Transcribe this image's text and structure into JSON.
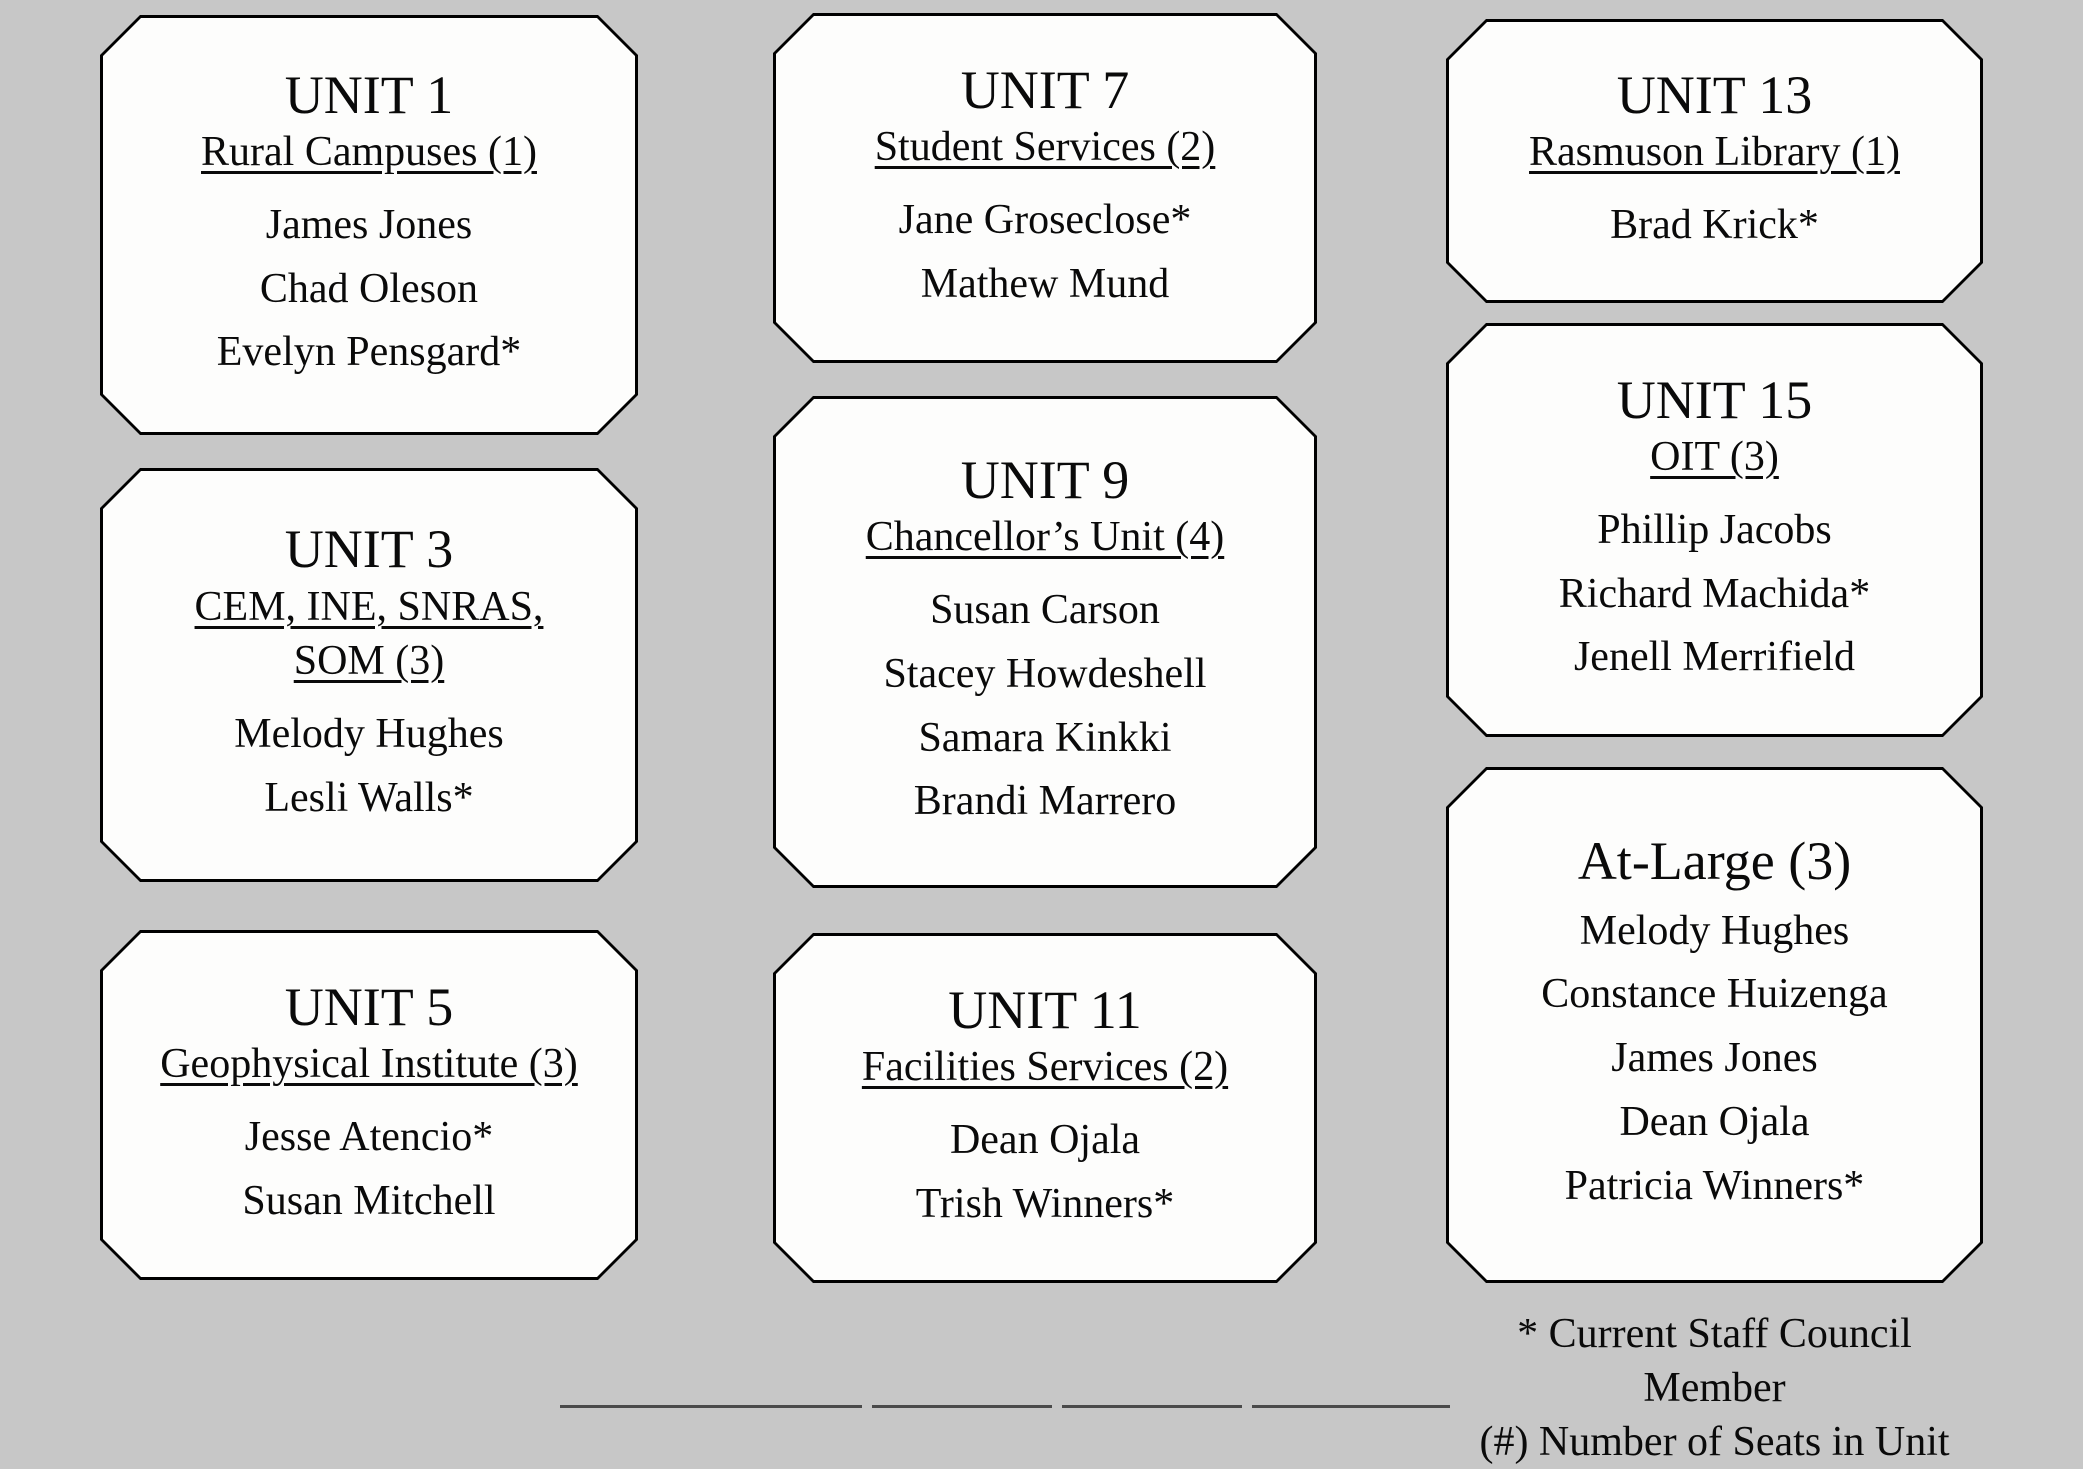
{
  "palette": {
    "background": "#c7c7c7",
    "card_fill": "#fdfdfc",
    "card_border": "#000000",
    "text": "#0a0a0a"
  },
  "cards": [
    {
      "title": "UNIT 1",
      "subtitle": "Rural Campuses (1)",
      "members": [
        "James Jones",
        "Chad Oleson",
        "Evelyn Pensgard*"
      ]
    },
    {
      "title": "UNIT 3",
      "subtitle": "CEM, INE, SNRAS,",
      "subtitle2": "SOM (3)",
      "members": [
        "Melody Hughes",
        "Lesli Walls*"
      ]
    },
    {
      "title": "UNIT 5",
      "subtitle": "Geophysical Institute (3)",
      "members": [
        "Jesse Atencio*",
        "Susan Mitchell"
      ]
    },
    {
      "title": "UNIT 7",
      "subtitle": "Student Services (2)",
      "members": [
        "Jane Groseclose*",
        "Mathew Mund"
      ]
    },
    {
      "title": "UNIT 9",
      "subtitle": "Chancellor’s Unit (4)",
      "members": [
        "Susan Carson",
        "Stacey Howdeshell",
        "Samara Kinkki",
        "Brandi Marrero"
      ]
    },
    {
      "title": "UNIT 11",
      "subtitle": "Facilities Services (2)",
      "members": [
        "Dean Ojala",
        "Trish Winners*"
      ]
    },
    {
      "title": "UNIT 13",
      "subtitle": "Rasmuson Library (1)",
      "members": [
        "Brad Krick*"
      ]
    },
    {
      "title": "UNIT 15",
      "subtitle": "OIT (3)",
      "members": [
        "Phillip Jacobs",
        "Richard Machida*",
        "Jenell Merrifield"
      ]
    },
    {
      "title": "At-Large (3)",
      "members": [
        "Melody Hughes",
        "Constance Huizenga",
        "James Jones",
        "Dean Ojala",
        "Patricia Winners*"
      ]
    }
  ],
  "legend": {
    "line1": "* Current Staff Council Member",
    "line2": "(#) Number of Seats in Unit"
  }
}
